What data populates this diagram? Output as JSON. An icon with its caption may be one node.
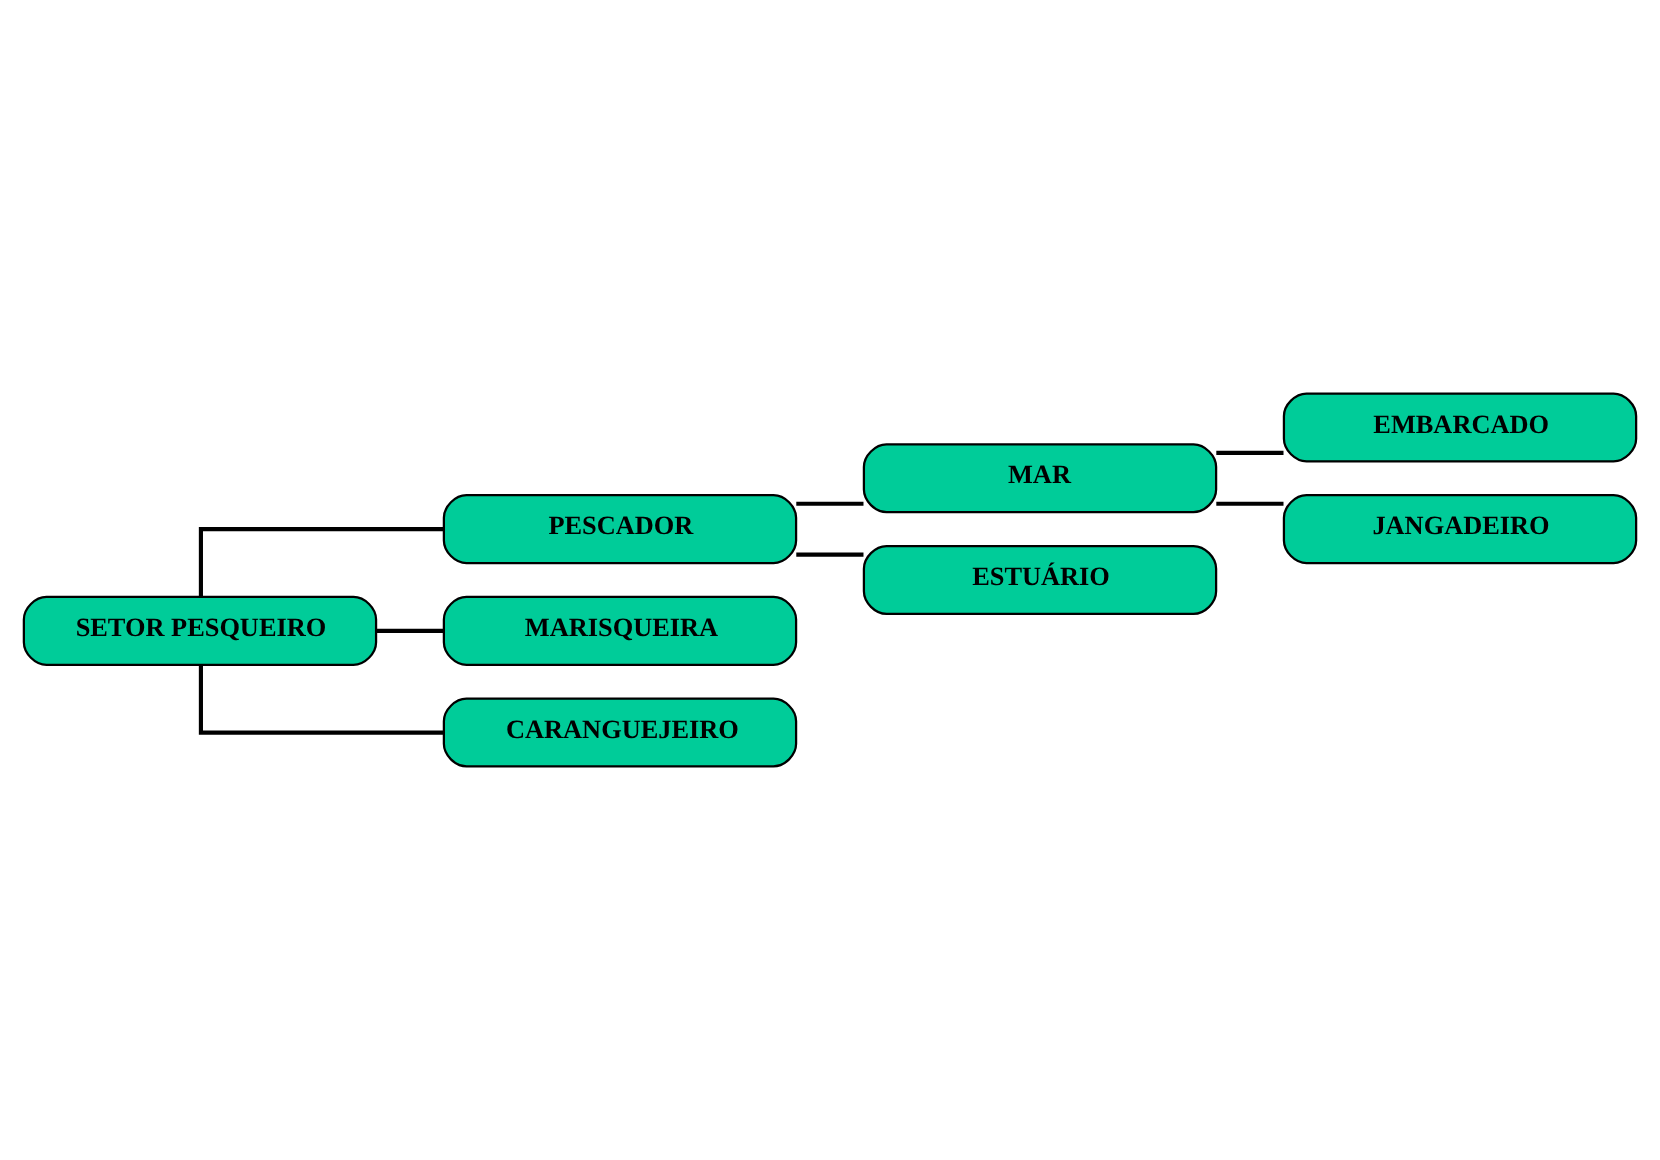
{
  "diagram": {
    "nodes": [
      {
        "text": [
          "SETOR PESQUEIRO"
        ]
      },
      {
        "text": [
          "PESCADOR"
        ]
      },
      {
        "text": [
          "MAR"
        ]
      },
      {
        "text": [
          "EMBARCADO"
        ]
      },
      {
        "text": [
          "JANGADEIRO"
        ]
      },
      {
        "text": [
          "ESTUÁRIO"
        ]
      },
      {
        "text": [
          "MARISQUEIRA"
        ]
      },
      {
        "text": [
          "CARANGUEJEIRO"
        ]
      }
    ],
    "edges": [
      {
        "from": 0,
        "to": 1,
        "arrow": "none"
      },
      {
        "from": 1,
        "to": 2,
        "arrow": "none"
      },
      {
        "from": 2,
        "to": 3,
        "arrow": "none"
      },
      {
        "from": 2,
        "to": 4,
        "arrow": "none"
      },
      {
        "from": 1,
        "to": 5,
        "arrow": "none"
      },
      {
        "from": 0,
        "to": 6,
        "arrow": "none"
      },
      {
        "from": 0,
        "to": 7,
        "arrow": "none"
      }
    ]
  }
}
